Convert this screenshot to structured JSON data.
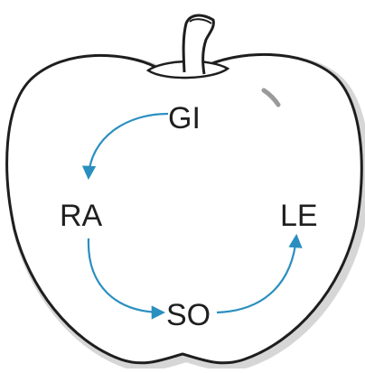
{
  "syllables": {
    "top": "GI",
    "left": "RA",
    "bottom": "SO",
    "right": "LE"
  },
  "colors": {
    "outline": "#1e1e1e",
    "arrow": "#2a8fc0",
    "shadow": "#d4d4d4",
    "text": "#1f1f1f"
  }
}
